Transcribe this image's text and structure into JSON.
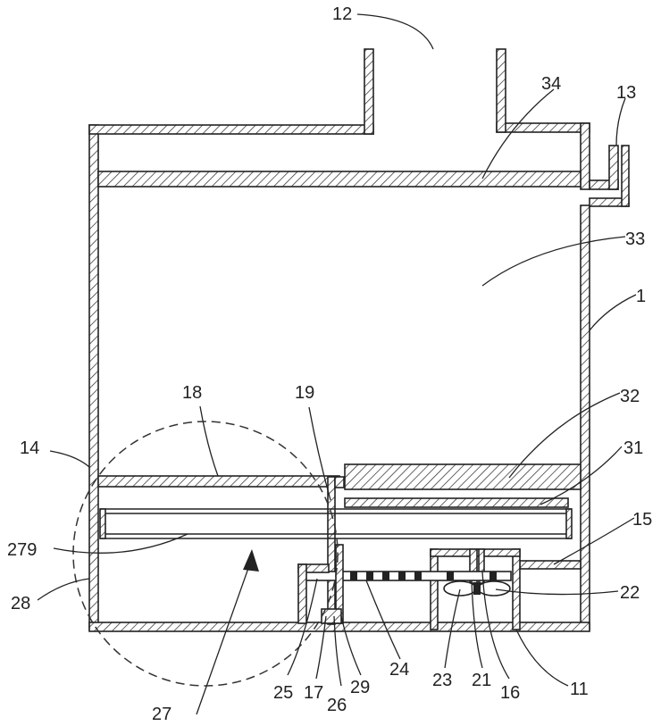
{
  "figure": {
    "labels": {
      "l1": "1",
      "l11": "11",
      "l12": "12",
      "l13": "13",
      "l14": "14",
      "l15": "15",
      "l16": "16",
      "l17": "17",
      "l18": "18",
      "l19": "19",
      "l21": "21",
      "l22": "22",
      "l23": "23",
      "l24": "24",
      "l25": "25",
      "l26": "26",
      "l27": "27",
      "l28": "28",
      "l29": "29",
      "l31": "31",
      "l32": "32",
      "l33": "33",
      "l34": "34",
      "l279": "279"
    }
  }
}
